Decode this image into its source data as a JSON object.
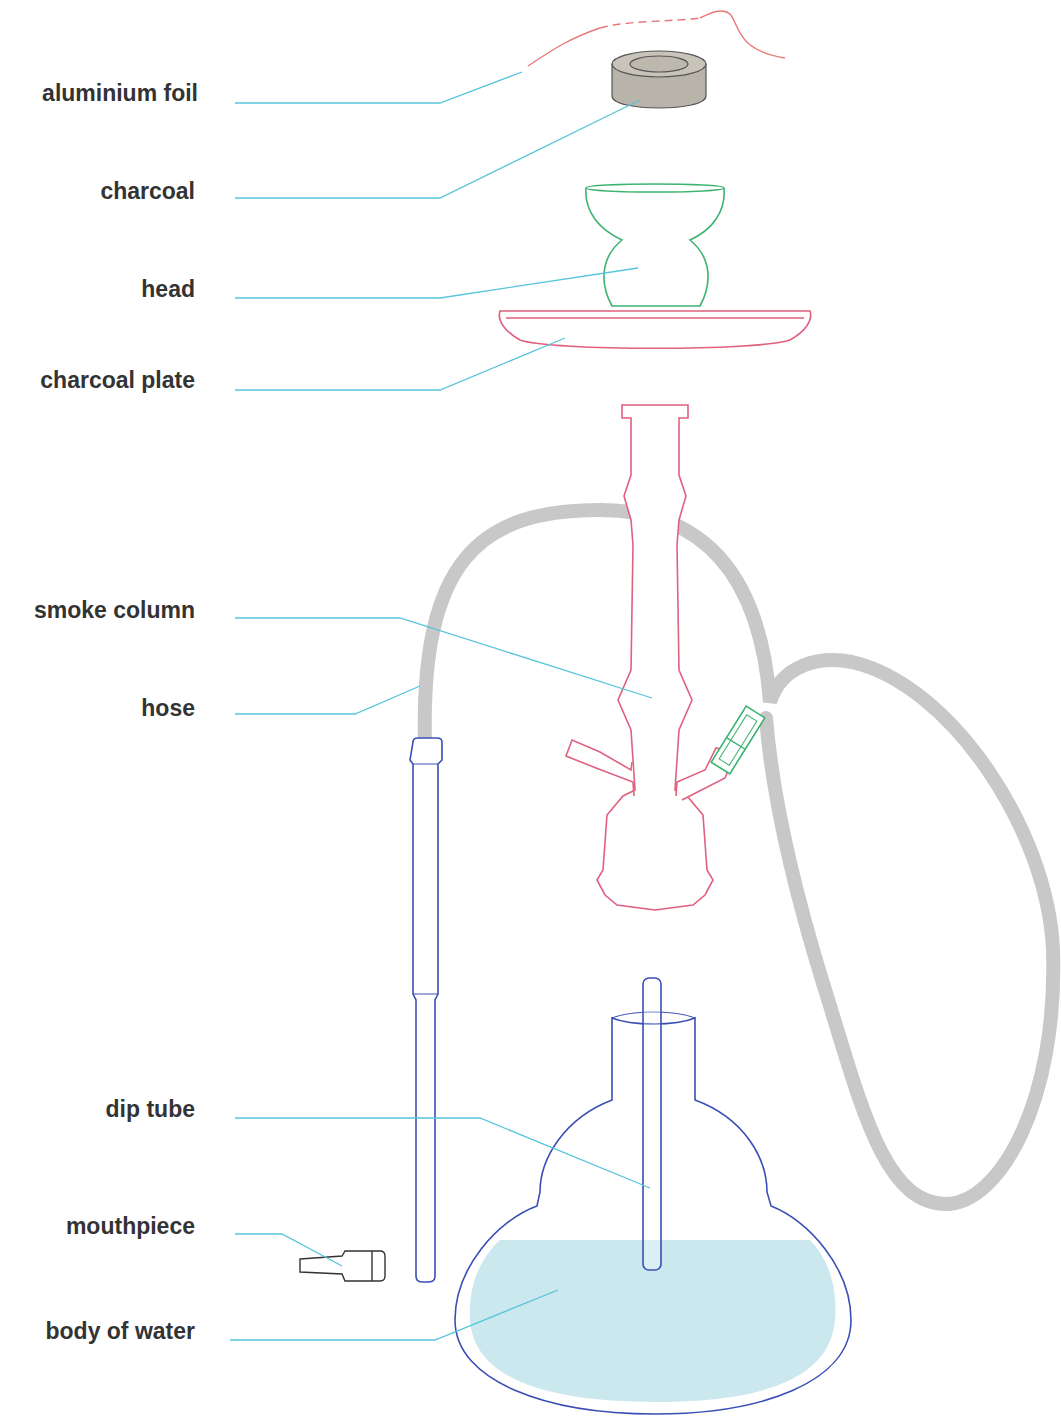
{
  "diagram": {
    "labels": [
      "aluminium foil",
      "charcoal",
      "head",
      "charcoal plate",
      "smoke column",
      "hose",
      "dip tube",
      "mouthpiece",
      "body of water"
    ]
  }
}
